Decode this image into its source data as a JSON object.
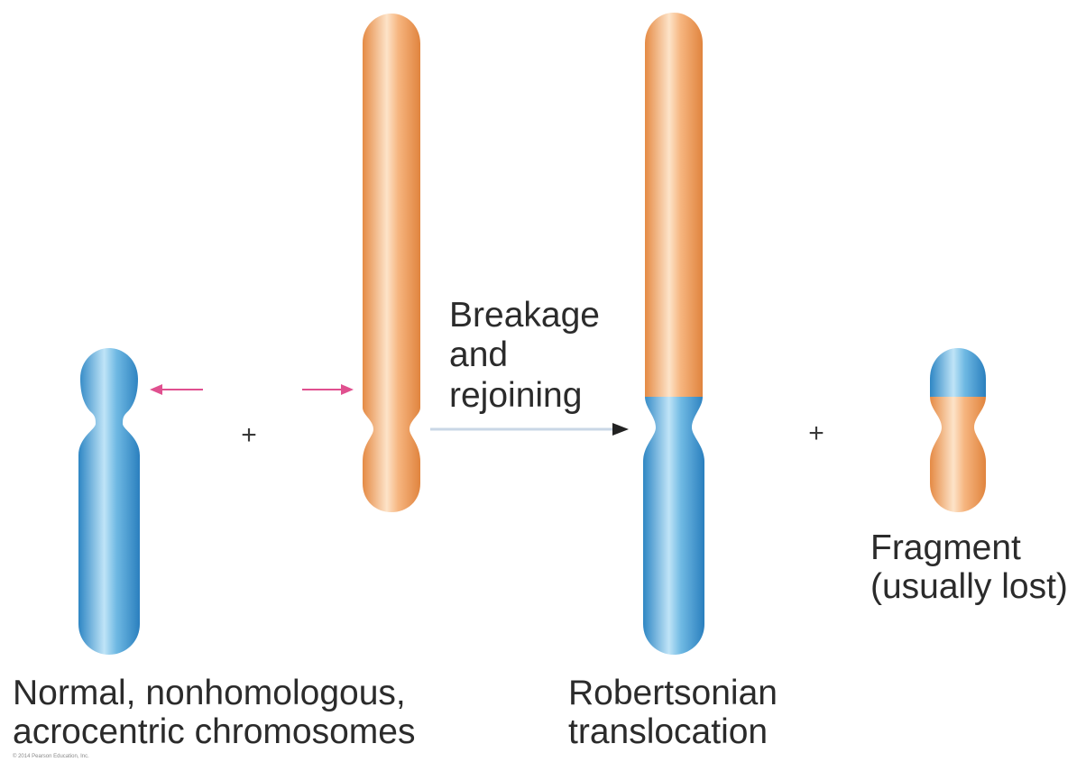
{
  "labels": {
    "normal": [
      "Normal, nonhomologous,",
      "acrocentric chromosomes"
    ],
    "process": [
      "Breakage",
      "and",
      "rejoining"
    ],
    "result": [
      "Robertsonian",
      "translocation"
    ],
    "fragment": [
      "Fragment",
      "(usually lost)"
    ],
    "plus": "+",
    "copyright": "© 2014 Pearson Education, Inc."
  },
  "colors": {
    "blue": "#4aa3d8",
    "orange": "#f2a566",
    "break_arrow": "#e0508f",
    "process_arrow": "#222222",
    "process_line": "#c9d7e6"
  }
}
